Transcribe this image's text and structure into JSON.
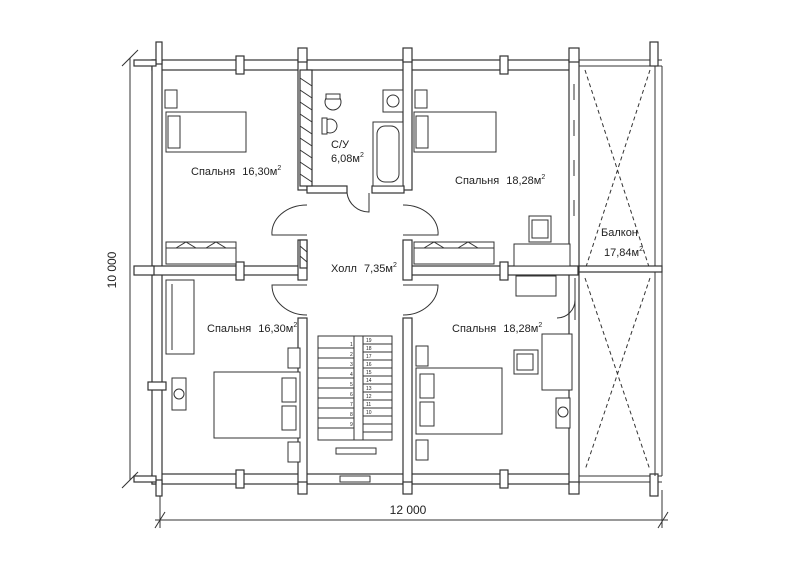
{
  "plan": {
    "rooms": [
      {
        "id": "bedroom-nw",
        "name": "Спальня",
        "area": "16,30",
        "unit": "м",
        "exp": "2"
      },
      {
        "id": "bathroom",
        "name": "С/У",
        "area": "6,08",
        "unit": "м",
        "exp": "2"
      },
      {
        "id": "bedroom-ne",
        "name": "Спальня",
        "area": "18,28",
        "unit": "м",
        "exp": "2"
      },
      {
        "id": "balcony",
        "name": "Балкон",
        "area": "17,84",
        "unit": "м",
        "exp": "2"
      },
      {
        "id": "hall",
        "name": "Холл",
        "area": "7,35",
        "unit": "м",
        "exp": "2"
      },
      {
        "id": "bedroom-sw",
        "name": "Спальня",
        "area": "16,30",
        "unit": "м",
        "exp": "2"
      },
      {
        "id": "bedroom-se",
        "name": "Спальня",
        "area": "18,28",
        "unit": "м",
        "exp": "2"
      }
    ],
    "dimensions": {
      "width": "12 000",
      "height": "10 000"
    },
    "stairs": {
      "left_steps": [
        "1",
        "2",
        "3",
        "4",
        "5",
        "6",
        "7",
        "8",
        "9"
      ],
      "right_steps": [
        "19",
        "18",
        "17",
        "16",
        "15",
        "14",
        "13",
        "12",
        "11",
        "10"
      ]
    }
  }
}
